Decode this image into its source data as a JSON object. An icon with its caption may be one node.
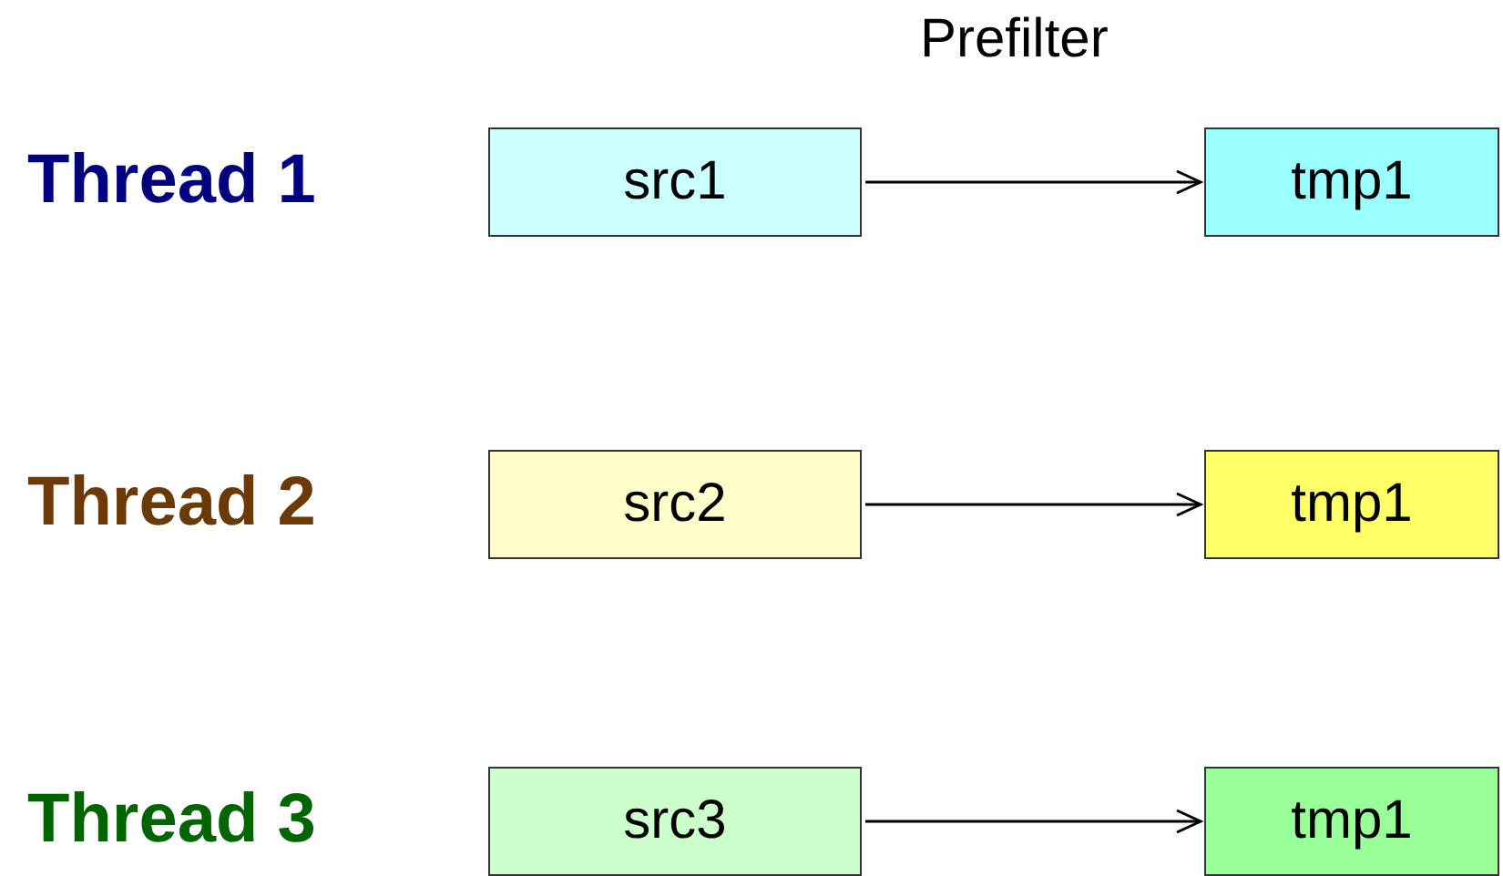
{
  "diagram": {
    "nodes": [
      {
        "text": [
          "src1"
        ]
      },
      {
        "text": [
          "tmp1"
        ]
      },
      {
        "text": [
          "src2"
        ]
      },
      {
        "text": [
          "tmp1"
        ]
      },
      {
        "text": [
          "src3"
        ]
      },
      {
        "text": [
          "tmp1"
        ]
      }
    ],
    "edges": [
      {
        "from": 0,
        "to": 1,
        "arrow": "to"
      },
      {
        "from": 2,
        "to": 3,
        "arrow": "to"
      },
      {
        "from": 4,
        "to": 5,
        "arrow": "to"
      }
    ],
    "labels": [
      "Prefilter",
      "Thread 1",
      "Thread 2",
      "Thread 3"
    ]
  }
}
